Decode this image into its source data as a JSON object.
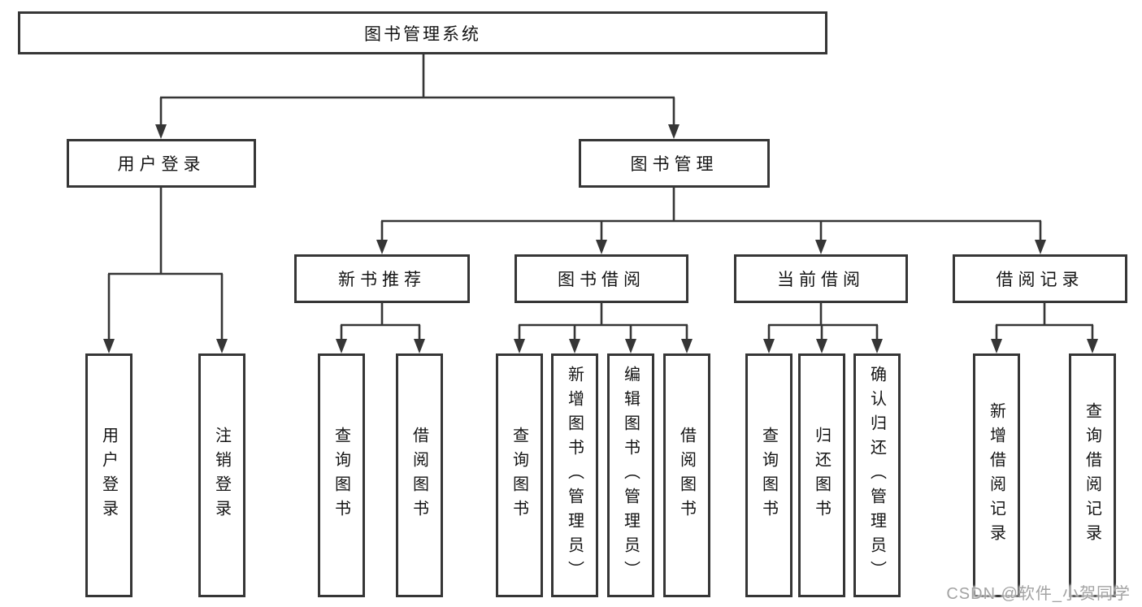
{
  "diagram": {
    "type": "hierarchy-org-chart",
    "title": "图书管理系统"
  },
  "colors": {
    "line": "#363636",
    "box_border": "#363636",
    "text": "#141414",
    "background": "#ffffff",
    "watermark": "#a3a3a3"
  },
  "nodes": {
    "root": {
      "label": "图书管理系统"
    },
    "user_login": {
      "label": "用户登录"
    },
    "book_management": {
      "label": "图书管理"
    },
    "new_book_recommend": {
      "label": "新书推荐"
    },
    "book_borrowing": {
      "label": "图书借阅"
    },
    "current_borrowing": {
      "label": "当前借阅"
    },
    "borrowing_records": {
      "label": "借阅记录"
    },
    "leaf_user_login": {
      "label": "用户登录"
    },
    "leaf_logout": {
      "label": "注销登录"
    },
    "leaf_query_books_a": {
      "label": "查询图书"
    },
    "leaf_borrow_books_a": {
      "label": "借阅图书"
    },
    "leaf_query_books_b": {
      "label": "查询图书"
    },
    "leaf_add_book_admin": {
      "label": "新增图书（管理员）"
    },
    "leaf_edit_book_admin": {
      "label": "编辑图书（管理员）"
    },
    "leaf_borrow_books_b": {
      "label": "借阅图书"
    },
    "leaf_query_books_c": {
      "label": "查询图书"
    },
    "leaf_return_book": {
      "label": "归还图书"
    },
    "leaf_confirm_return_admin": {
      "label": "确认归还（管理员）"
    },
    "leaf_add_borrow_record": {
      "label": "新增借阅记录"
    },
    "leaf_query_borrow_record": {
      "label": "查询借阅记录"
    }
  },
  "hierarchy": {
    "图书管理系统": {
      "用户登录": [
        "用户登录",
        "注销登录"
      ],
      "图书管理": {
        "新书推荐": [
          "查询图书",
          "借阅图书"
        ],
        "图书借阅": [
          "查询图书",
          "新增图书（管理员）",
          "编辑图书（管理员）",
          "借阅图书"
        ],
        "当前借阅": [
          "查询图书",
          "归还图书",
          "确认归还（管理员）"
        ],
        "借阅记录": [
          "新增借阅记录",
          "查询借阅记录"
        ]
      }
    }
  },
  "watermark": {
    "text": "CSDN @软件_小贺同学"
  }
}
